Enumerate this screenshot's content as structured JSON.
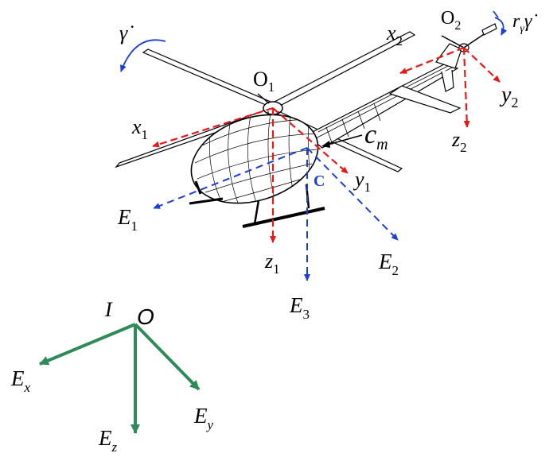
{
  "diagram": {
    "body_frame": {
      "origin": "O",
      "origin_sub": "1",
      "axes": [
        {
          "name": "x",
          "sub": "1"
        },
        {
          "name": "y",
          "sub": "1"
        },
        {
          "name": "z",
          "sub": "1"
        }
      ]
    },
    "tail_frame": {
      "origin": "O",
      "origin_sub": "2",
      "axes": [
        {
          "name": "x",
          "sub": "2"
        },
        {
          "name": "y",
          "sub": "2"
        },
        {
          "name": "z",
          "sub": "2"
        }
      ],
      "rate_label": "r",
      "rate_sub": "γ",
      "rate_symbol": "γ̇"
    },
    "main_rotor_rate": "γ̇",
    "center_of_mass": {
      "letter": "c",
      "sub": "m"
    },
    "center_point": "C",
    "center_frame": [
      {
        "name": "E",
        "sub": "1"
      },
      {
        "name": "E",
        "sub": "2"
      },
      {
        "name": "E",
        "sub": "3"
      }
    ],
    "inertial_frame": {
      "name": "I",
      "origin": "O",
      "axes": [
        {
          "name": "E",
          "sub": "x"
        },
        {
          "name": "E",
          "sub": "y"
        },
        {
          "name": "E",
          "sub": "z"
        }
      ]
    },
    "colors": {
      "body_frame": "#e81818",
      "center_frame": "#1a3fd6",
      "inertial_frame": "#2e8b57",
      "rotation_arrow": "#1a3fd6",
      "drawing": "#000000"
    }
  }
}
